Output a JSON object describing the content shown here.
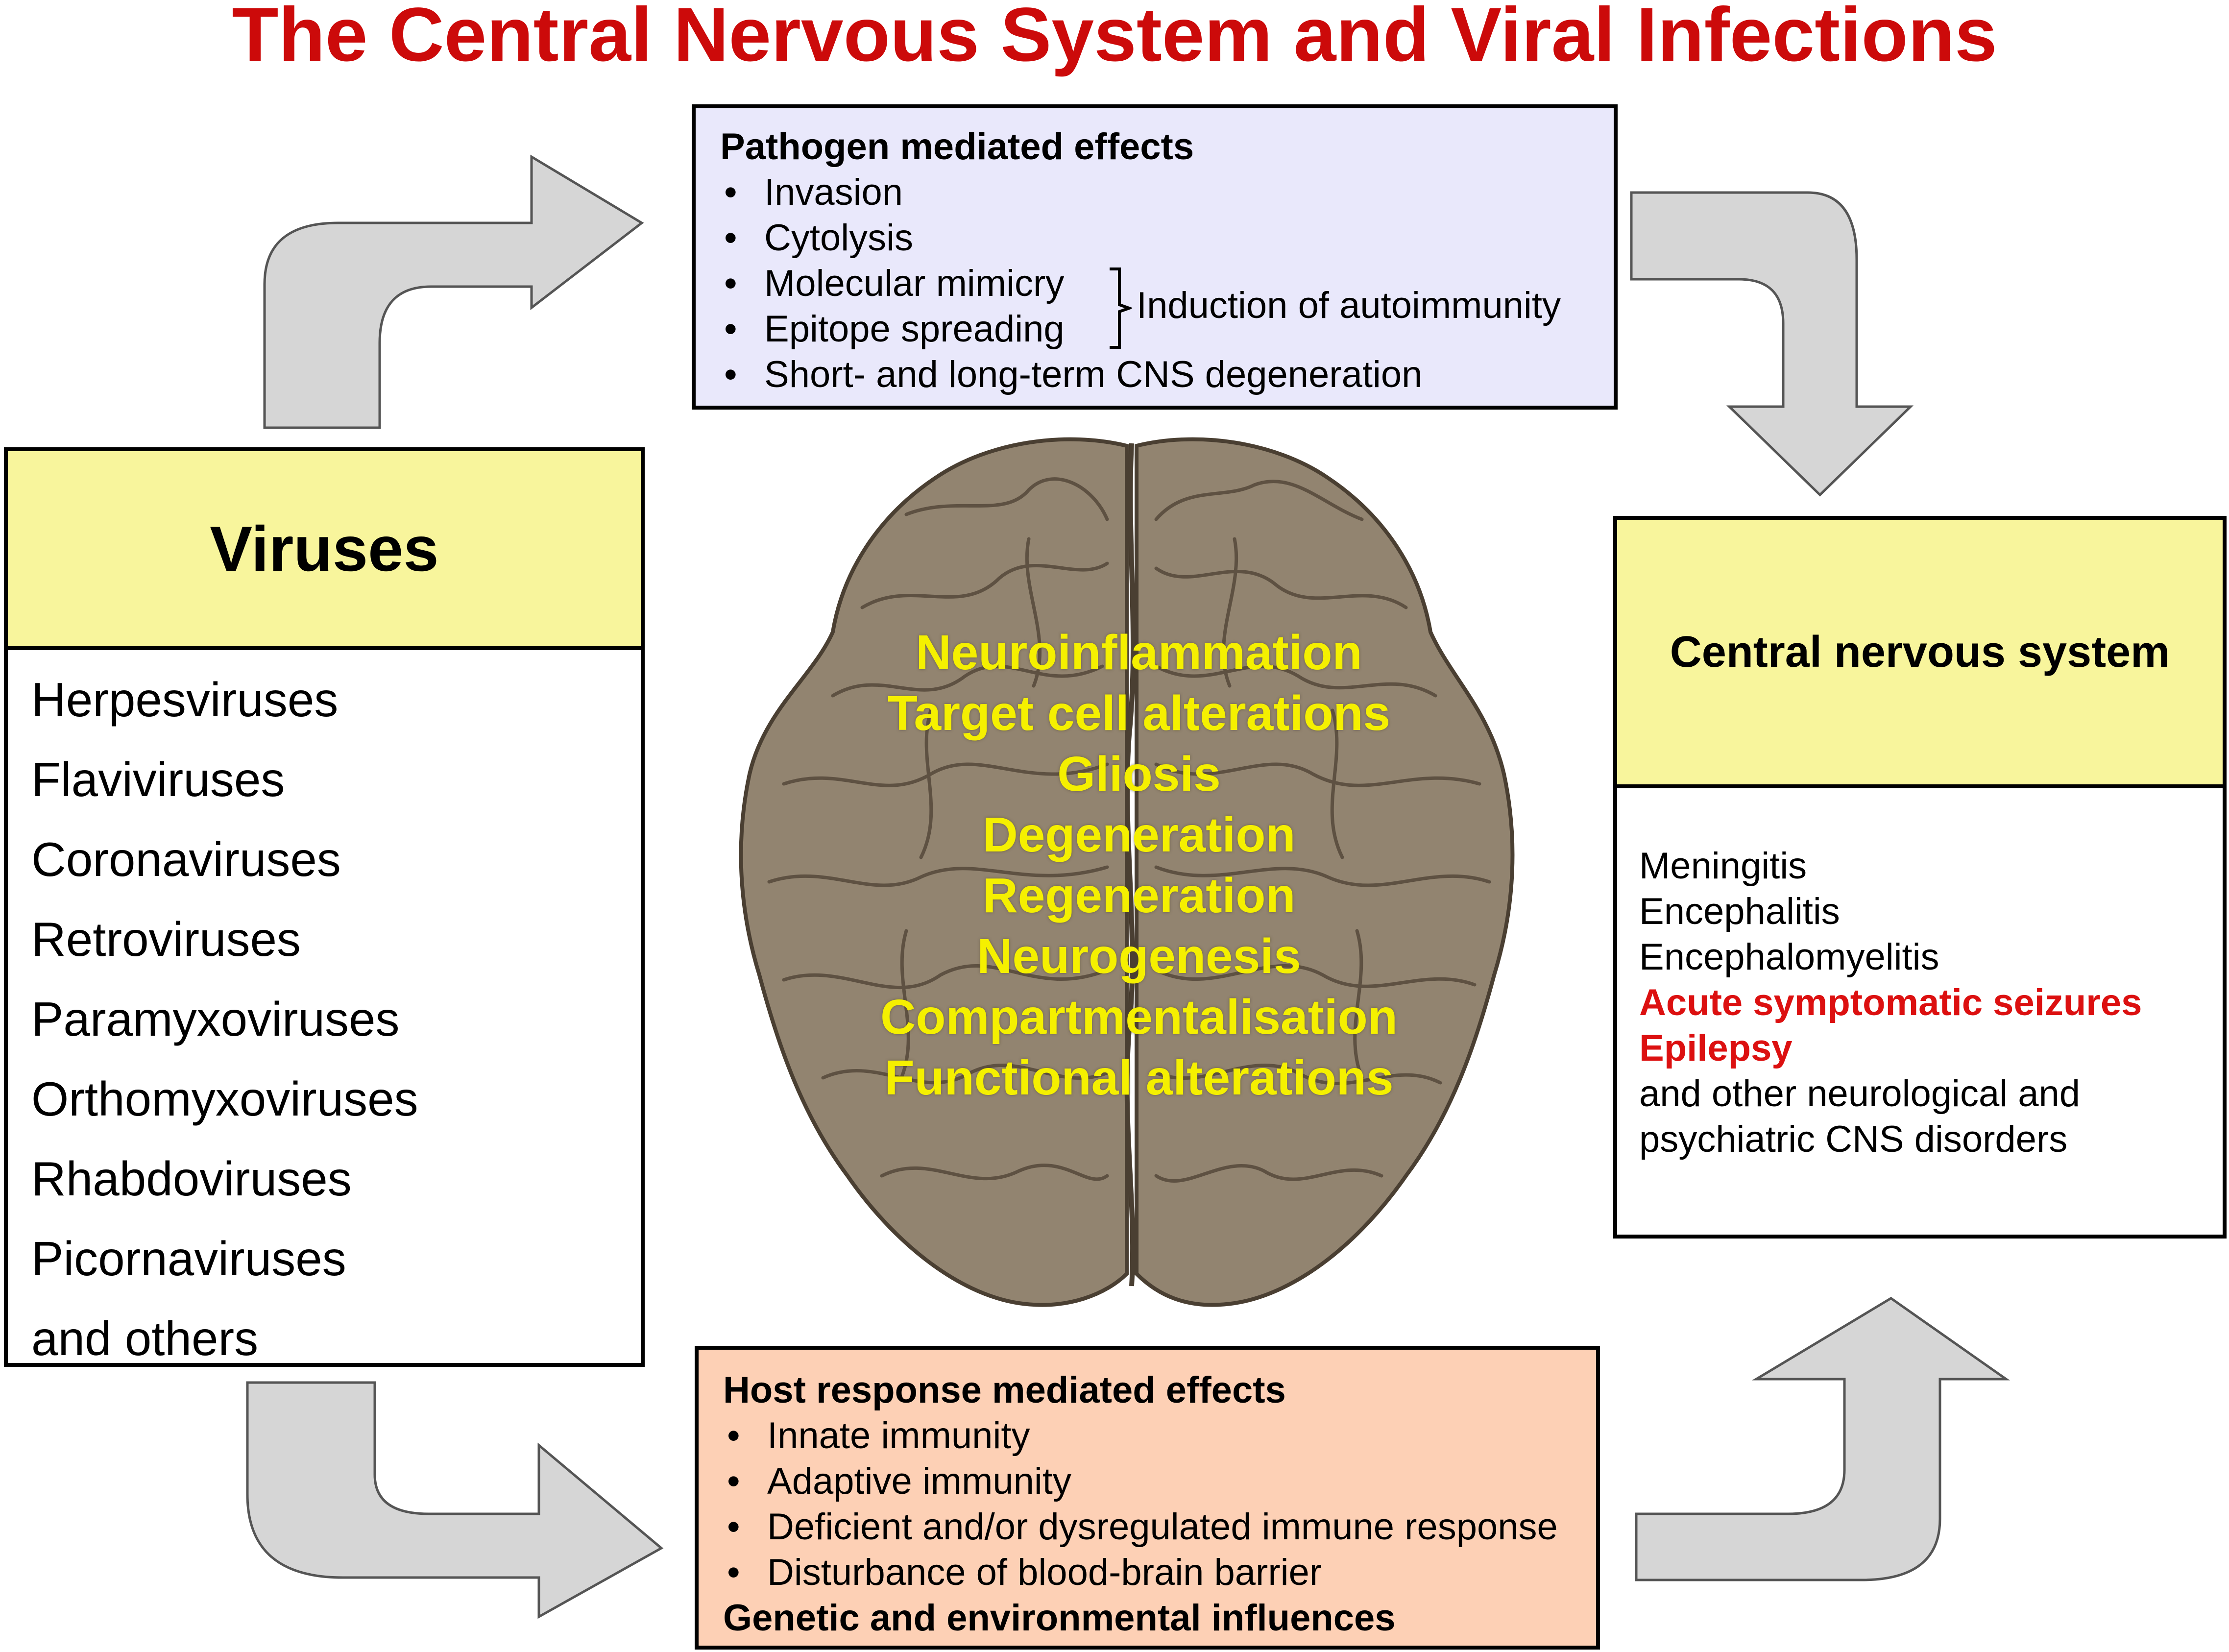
{
  "title": "The Central Nervous System and Viral Infections",
  "pathogen": {
    "heading": "Pathogen mediated effects",
    "items": [
      "Invasion",
      "Cytolysis",
      "Molecular mimicry",
      "Epitope spreading",
      "Short- and long-term CNS degeneration"
    ],
    "group_label": "Induction of autoimmunity"
  },
  "viruses": {
    "heading": "Viruses",
    "items": [
      "Herpesviruses",
      "Flaviviruses",
      "Coronaviruses",
      "Retroviruses",
      "Paramyxoviruses",
      "Orthomyxoviruses",
      "Rhabdoviruses",
      "Picornaviruses",
      "and others"
    ]
  },
  "brain": {
    "labels": [
      "Neuroinflammation",
      "Target cell alterations",
      "Gliosis",
      "Degeneration",
      "Regeneration",
      "Neurogenesis",
      "Compartmentalisation",
      "Functional alterations"
    ]
  },
  "cns": {
    "heading": "Central nervous system",
    "items": [
      "Meningitis",
      "Encephalitis",
      "Encephalomyelitis",
      "Acute symptomatic seizures",
      "Epilepsy",
      "and other neurological and",
      "psychiatric CNS disorders"
    ]
  },
  "host": {
    "heading": "Host response mediated effects",
    "items": [
      "Innate immunity",
      "Adaptive immunity",
      "Deficient and/or dysregulated immune response",
      "Disturbance of blood-brain barrier"
    ],
    "footer": "Genetic and environmental influences"
  },
  "colors": {
    "title": "#cc0a0a",
    "highlight_red": "#dc1010",
    "yellow_box": "#f8f59c",
    "pathogen_box": "#e9e8fb",
    "host_box": "#fdd0b5",
    "arrow_fill": "#d6d6d6",
    "brain_text": "#f5f000"
  }
}
